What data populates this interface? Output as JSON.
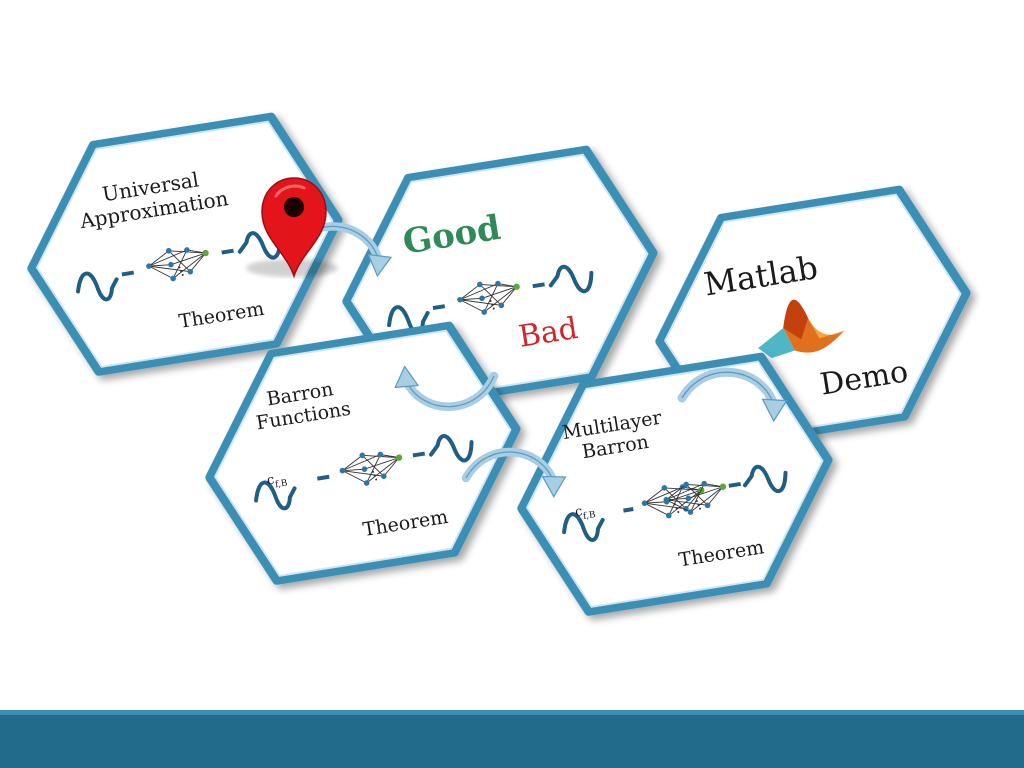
{
  "tiles": {
    "universal": {
      "title_line1": "Universal",
      "title_line2": "Approximation",
      "bottom": "Theorem"
    },
    "goodbad": {
      "good": "Good",
      "bad": "Bad"
    },
    "matlab": {
      "title": "Matlab",
      "bottom": "Demo"
    },
    "barron": {
      "title_line1": "Barron",
      "title_line2": "Functions",
      "bottom": "Theorem",
      "constant": "c",
      "constant_sub": "f,B"
    },
    "multilayer": {
      "title_line1": "Multilayer",
      "title_line2": "Barron",
      "bottom": "Theorem",
      "constant": "c",
      "constant_sub": "f,B"
    }
  },
  "colors": {
    "hex_border": "#3a8fb4",
    "wave": "#1f5f85",
    "good": "#2e8b57",
    "bad": "#d0262a",
    "pin": "#e3151a",
    "arrow": "#a9cde3",
    "footer": "#236b8a"
  },
  "icons": [
    "location-pin-icon",
    "matlab-logo-icon",
    "neural-network-icon",
    "wave-icon",
    "curved-arrow-icon"
  ]
}
